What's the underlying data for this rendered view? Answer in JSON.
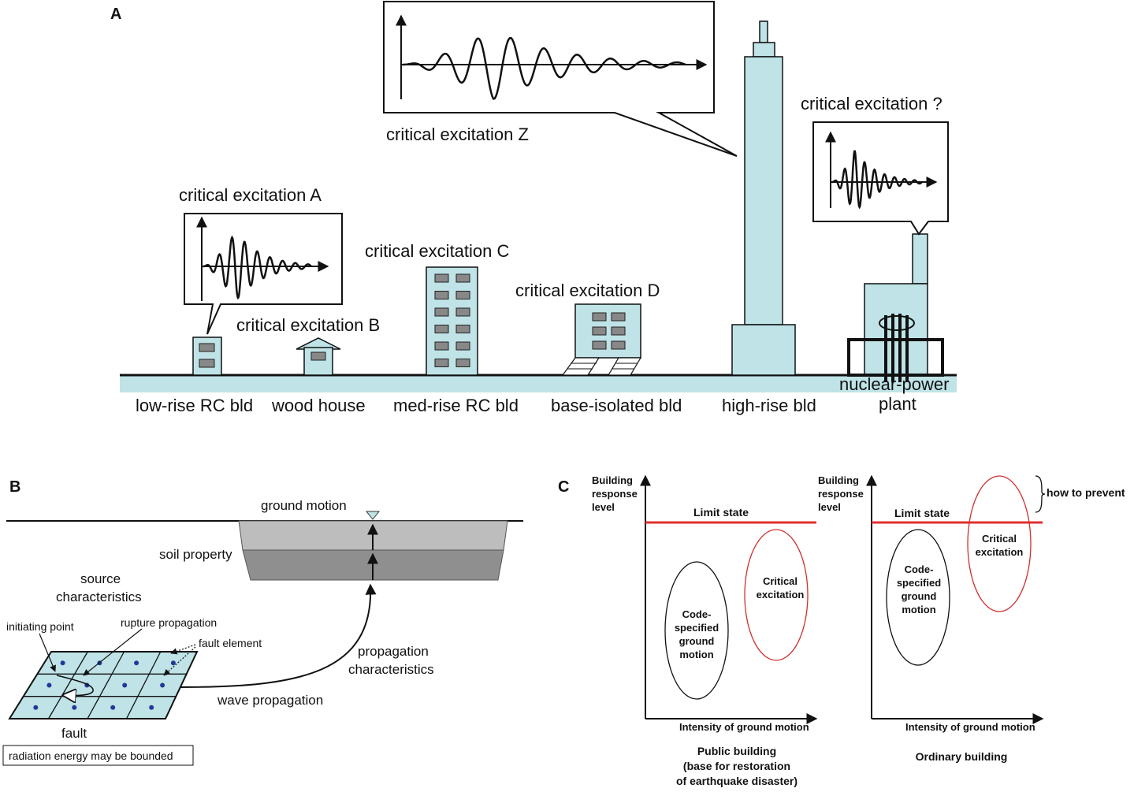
{
  "panel_a": {
    "label": "A",
    "excitations": {
      "a": "critical excitation A",
      "b": "critical excitation B",
      "c": "critical excitation C",
      "d": "critical excitation D",
      "z": "critical excitation Z",
      "q": "critical excitation ?"
    },
    "buildings": {
      "low_rise": "low-rise RC bld",
      "wood": "wood house",
      "med_rise": "med-rise RC bld",
      "base_isolated": "base-isolated bld",
      "high_rise": "high-rise bld",
      "nuclear_1": "nuclear-power",
      "nuclear_2": "plant"
    }
  },
  "panel_b": {
    "label": "B",
    "ground_motion": "ground motion",
    "soil_property": "soil property",
    "source_1": "source",
    "source_2": "characteristics",
    "initiating_point": "initiating point",
    "rupture_propagation": "rupture propagation",
    "fault_element": "fault element",
    "propagation_1": "propagation",
    "propagation_2": "characteristics",
    "wave_propagation": "wave propagation",
    "fault": "fault",
    "radiation_note": "radiation energy may be bounded"
  },
  "panel_c": {
    "label": "C",
    "y_label": [
      "Building",
      "response",
      "level"
    ],
    "x_label": "Intensity of ground motion",
    "limit_state": "Limit state",
    "code_specified": [
      "Code-",
      "specified",
      "ground",
      "motion"
    ],
    "critical": [
      "Critical",
      "excitation"
    ],
    "how_to_prevent": "how to prevent",
    "public_title": [
      "Public building",
      "(base for restoration",
      "of earthquake disaster)"
    ],
    "ordinary_title": "Ordinary building"
  },
  "colors": {
    "building_fill": "#bfe3e6",
    "limit_line": "#e03030",
    "critical_ellipse": "#d03030",
    "dot": "#1f3a9a"
  }
}
